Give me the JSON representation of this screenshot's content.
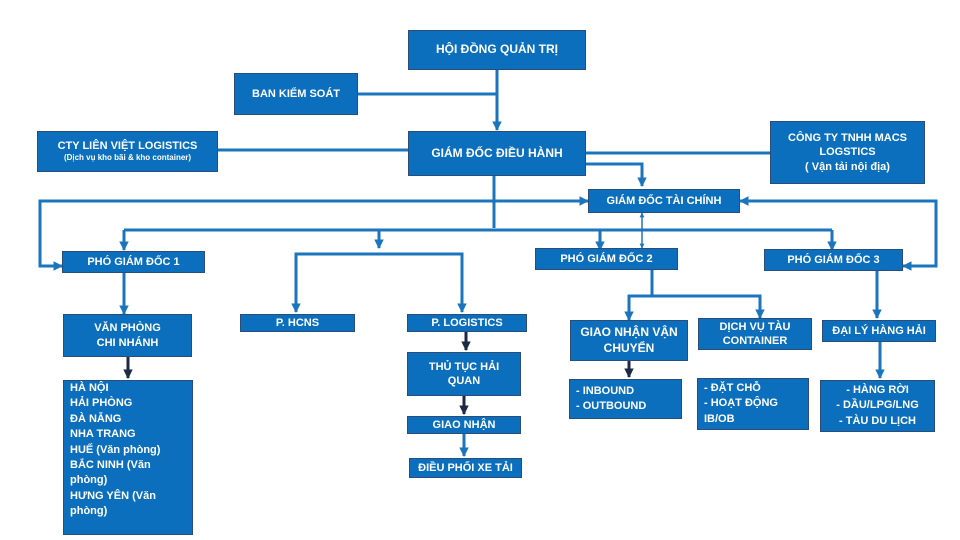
{
  "nodes": {
    "hdqt": "HỘI ĐỒNG QUẢN TRỊ",
    "bks": "BAN KIỂM SOÁT",
    "gddh": "GIÁM ĐỐC ĐIỀU HÀNH",
    "lienviet": {
      "title": "CTY LIÊN VIỆT LOGISTICS",
      "sub": "(Dịch vụ kho bãi & kho container)"
    },
    "macs": {
      "line1": "CÔNG TY TNHH MACS",
      "line2": "LOGSTICS",
      "line3": "( Vận tải nội địa)"
    },
    "gdtc": "GIÁM ĐỐC TÀI CHÍNH",
    "pgd1": "PHÓ GIÁM ĐỐC 1",
    "pgd2": "PHÓ GIÁM ĐỐC 2",
    "pgd3": "PHÓ GIÁM ĐỐC 3",
    "vpcn": {
      "line1": "VĂN PHÒNG",
      "line2": "CHI NHÁNH"
    },
    "hcns": "P. HCNS",
    "plog": "P. LOGISTICS",
    "tthq": {
      "line1": "THỦ TỤC HẢI",
      "line2": "QUAN"
    },
    "gn": "GIAO NHẬN",
    "dpxt": "ĐIỀU PHỐI XE TẢI",
    "gnvc": {
      "line1": "GIAO NHẬN VẬN",
      "line2": "CHUYỂN"
    },
    "dvtc": {
      "line1": "DỊCH VỤ TÀU",
      "line2": "CONTAINER"
    },
    "dlhh": "ĐẠI LÝ HÀNG HẢI"
  },
  "lists": {
    "branches": [
      "HÀ NỘI",
      "HẢI PHÒNG",
      "ĐÀ NẴNG",
      "NHA TRANG",
      "HUẾ (Văn phòng)",
      "BẮC NINH (Văn phòng)",
      "HƯNG YÊN (Văn phòng)"
    ],
    "gnvc": [
      "-  INBOUND",
      "-  OUTBOUND"
    ],
    "dvtc": [
      "-  ĐẶT CHỖ",
      "-  HOẠT ĐỘNG IB/OB"
    ],
    "dlhh": [
      "- HÀNG RỜI",
      "- DẦU/LPG/LNG",
      "- TÀU DU LỊCH"
    ]
  },
  "colors": {
    "box": "#0b6fbd",
    "border": "#2a4d7a",
    "line": "#1b75bc",
    "arrow_dark": "#1c2a44",
    "text": "#ffffff"
  }
}
